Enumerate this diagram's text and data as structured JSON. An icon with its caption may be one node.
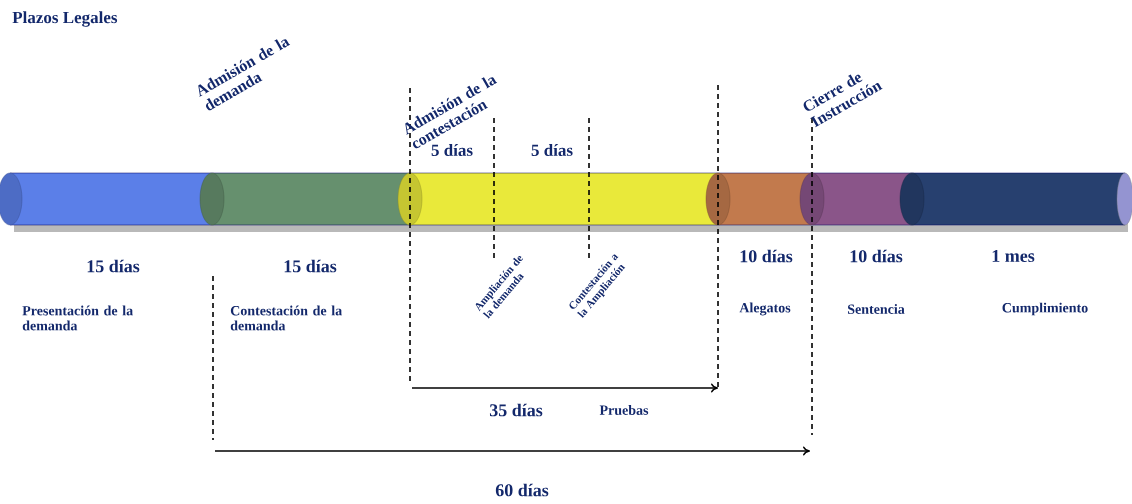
{
  "diagram": {
    "title": "Plazos Legales",
    "labels": [
      "Admisión de la demanda",
      "Admisión de la contestación",
      "Cierre de Instrucción",
      "5 días",
      "5 días",
      "15 días",
      "15 días",
      "10 días",
      "10 días",
      "1 mes",
      "Presentación de la demanda",
      "Contestación de la demanda",
      "Ampliación de la demanda",
      "Contestación a la Ampliación",
      "Alegatos",
      "Sentencia",
      "Cumplimiento",
      "35 días",
      "Pruebas",
      "60 días"
    ]
  }
}
